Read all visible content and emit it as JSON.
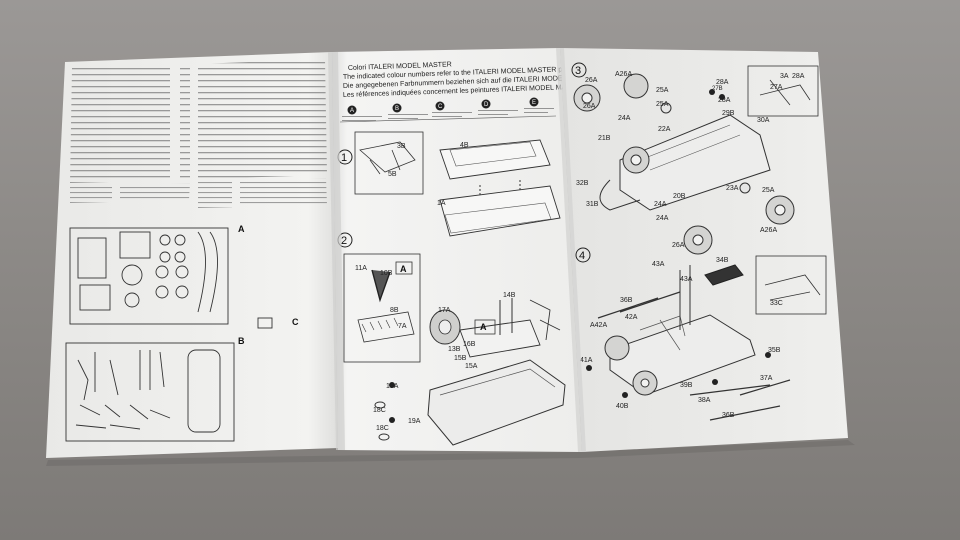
{
  "header": {
    "line1": "Colori ITALERI MODEL MASTER",
    "line2": "The indicated colour numbers refer to the ITALERI MODEL MASTER part number",
    "line3": "Die angegebenen Farbnummern beziehen sich auf die ITALERI MODEL MASTER",
    "line4": "Les références indiquées concernent les peintures ITALERI MODEL MASTER"
  },
  "color_codes": [
    "A",
    "B",
    "C",
    "D",
    "E"
  ],
  "sprue_labels": [
    "A",
    "B",
    "C"
  ],
  "steps": [
    "1",
    "2",
    "3",
    "4"
  ],
  "step1_parts": [
    "3B",
    "5B",
    "4B",
    "1A"
  ],
  "step2_parts": [
    "11A",
    "10B",
    "A",
    "8B",
    "7A",
    "17A",
    "14B",
    "13B",
    "16B",
    "15B",
    "15A",
    "19A",
    "18C",
    "19A",
    "18C",
    "A"
  ],
  "step3_parts": [
    "26A",
    "A26A",
    "25A",
    "28A",
    "27B",
    "26A",
    "24A",
    "25A",
    "22A",
    "28A",
    "29B",
    "21B",
    "30A",
    "3A",
    "28A",
    "27A",
    "32B",
    "23A",
    "25A",
    "31B",
    "20B",
    "24A",
    "24A",
    "26A",
    "A26A"
  ],
  "step4_parts": [
    "43A",
    "43A",
    "34B",
    "36B",
    "42A",
    "A42A",
    "33C",
    "41A",
    "35B",
    "39B",
    "37A",
    "40B",
    "38A",
    "36B"
  ]
}
